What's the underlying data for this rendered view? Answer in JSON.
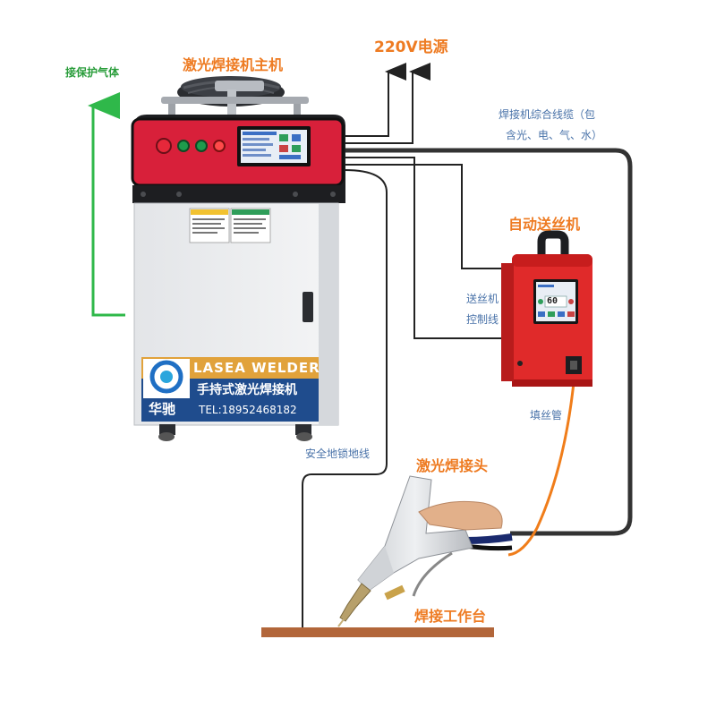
{
  "labels": {
    "main_unit": "激光焊接机主机",
    "power": "220V电源",
    "shield_gas": "接保护气体",
    "cable_line1": "焊接机综合线缆（包",
    "cable_line2": "含光、电、气、水）",
    "wire_feeder": "自动送丝机",
    "feeder_ctrl_line1": "送丝机",
    "feeder_ctrl_line2": "控制线",
    "wire_tube": "填丝管",
    "ground_line": "安全地锁地线",
    "weld_head": "激光焊接头",
    "work_table": "焊接工作台"
  },
  "machine": {
    "brand_en": "LASEA WELDER",
    "product_cn": "手持式激光焊接机",
    "logo_cn": "华驰",
    "phone": "TEL:18952468182"
  },
  "feeder": {
    "display_value": "60"
  },
  "colors": {
    "label_orange": "#ee7b22",
    "label_blue": "#4a73a9",
    "gas_green": "#2fb84a",
    "machine_red": "#d8203a",
    "feeder_red": "#e02a2a",
    "table_brown": "#b2663a",
    "tube_orange": "#f07d1a"
  }
}
